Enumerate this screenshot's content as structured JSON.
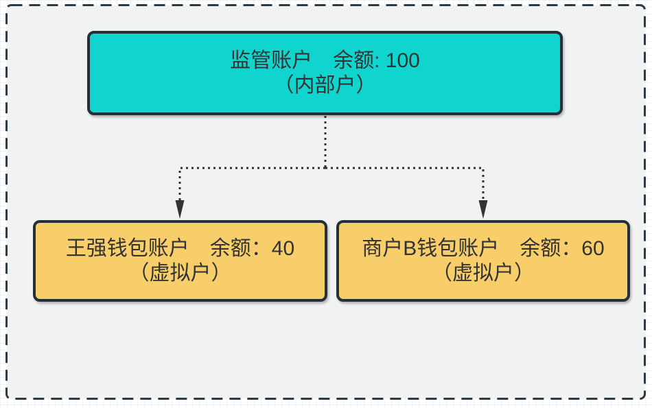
{
  "diagram": {
    "description": "account-structure-diagram",
    "nodes": [
      {
        "id": "supervision-account",
        "line1": "监管账户　余额: 100",
        "line2": "（内部户）",
        "account_type": "internal",
        "balance": 100
      },
      {
        "id": "wallet-wang-qiang",
        "line1": "王强钱包账户　余额：40",
        "line2": "（虚拟户）",
        "account_type": "virtual",
        "balance": 40
      },
      {
        "id": "wallet-merchant-b",
        "line1": "商户B钱包账户　余额：60",
        "line2": "（虚拟户）",
        "account_type": "virtual",
        "balance": 60
      }
    ],
    "edges": [
      {
        "from": "supervision-account",
        "to": "wallet-wang-qiang",
        "style": "dotted",
        "arrow": "down"
      },
      {
        "from": "supervision-account",
        "to": "wallet-merchant-b",
        "style": "dotted",
        "arrow": "down"
      }
    ]
  },
  "colors": {
    "supervision_fill": "#10d4ce",
    "wallet_fill": "#f7ce69",
    "node_border": "#22303a",
    "node_text": "#333333",
    "connector": "#333333",
    "boundary_border": "#2b3a43",
    "canvas_fill": "#f1f2f2"
  }
}
